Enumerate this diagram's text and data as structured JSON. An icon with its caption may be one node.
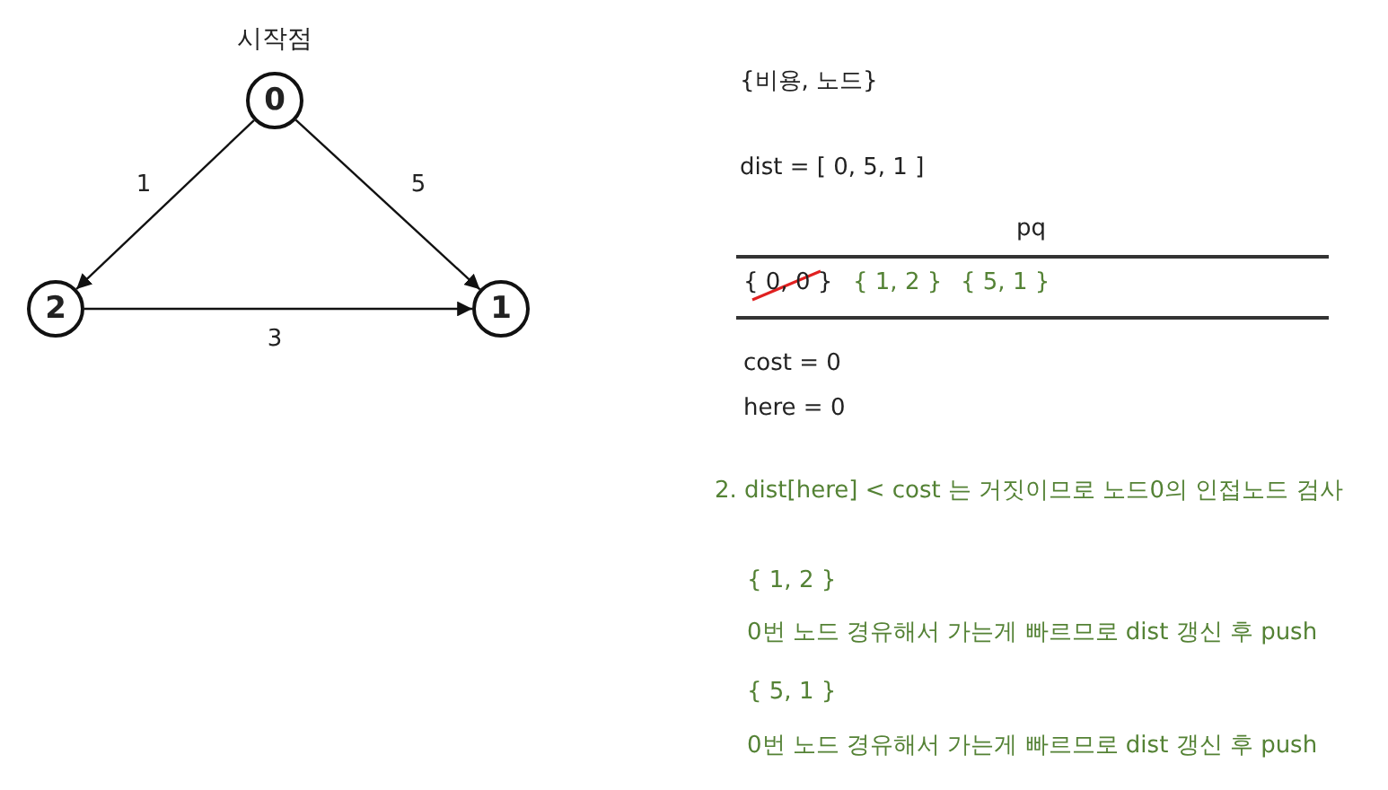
{
  "diagram": {
    "nodes": [
      {
        "text": [
          "0"
        ],
        "beside": [
          "시작점"
        ]
      },
      {
        "text": [
          "1"
        ]
      },
      {
        "text": [
          "2"
        ]
      }
    ],
    "edges": [
      {
        "from": 0,
        "to": 2,
        "arrow": "to",
        "label": "1"
      },
      {
        "from": 0,
        "to": 1,
        "arrow": "to",
        "label": "5"
      },
      {
        "from": 2,
        "to": 1,
        "arrow": "to",
        "label": "3"
      }
    ],
    "labels": [
      "{비용, 노드}",
      "dist = [ 0, 5, 1 ]",
      "pq",
      "{ 0, 0 }",
      "{ 1, 2 }",
      "{ 5, 1 }",
      "cost = 0",
      "here = 0",
      "2. dist[here] < cost 는 거짓이므로 노드0의 인접노드 검사",
      "{ 1, 2 }",
      "0번 노드 경유해서 가는게 빠르므로 dist 갱신 후 push",
      "{ 5, 1 }",
      "0번 노드 경유해서 가는게 빠르므로 dist 갱신 후 push"
    ]
  }
}
